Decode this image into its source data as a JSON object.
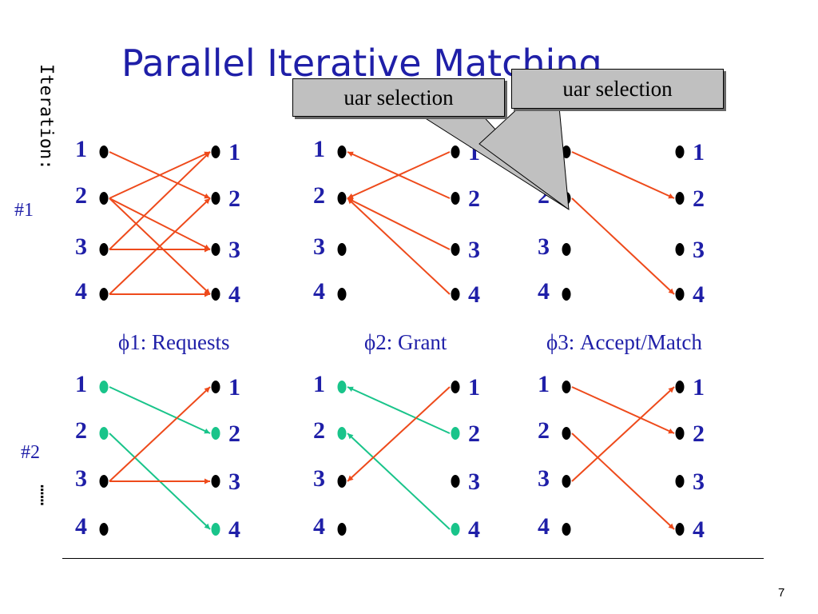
{
  "slide": {
    "title": "Parallel Iterative Matching",
    "side_label": "Iteration:",
    "ellipsis": "……",
    "iteration_labels": [
      "#1",
      "#2"
    ],
    "phase_labels": [
      "ϕ1: Requests",
      "ϕ2: Grant",
      "ϕ3: Accept/Match"
    ],
    "callout_left": "uar selection",
    "callout_right": "uar selection",
    "page_number": "7"
  },
  "nodes": {
    "labels": [
      "1",
      "2",
      "3",
      "4"
    ],
    "colors": {
      "default": "#000000",
      "matched": "#19c48a"
    }
  },
  "colors": {
    "active_edge": "#ee4a1b",
    "matched_edge": "#19c48a",
    "label_blue": "#1f1fa8"
  },
  "graphs": [
    {
      "iteration": 1,
      "phase": 1,
      "edges": [
        [
          1,
          2,
          "active"
        ],
        [
          2,
          1,
          "active"
        ],
        [
          2,
          3,
          "active"
        ],
        [
          2,
          4,
          "active"
        ],
        [
          3,
          1,
          "active"
        ],
        [
          3,
          3,
          "active"
        ],
        [
          4,
          2,
          "active"
        ],
        [
          4,
          4,
          "active"
        ]
      ],
      "arrow_end": "output",
      "matched_inputs": [],
      "matched_outputs": []
    },
    {
      "iteration": 1,
      "phase": 2,
      "edges": [
        [
          1,
          2,
          "active"
        ],
        [
          2,
          1,
          "active"
        ],
        [
          2,
          3,
          "active"
        ],
        [
          2,
          4,
          "active"
        ]
      ],
      "arrow_end": "input",
      "matched_inputs": [],
      "matched_outputs": []
    },
    {
      "iteration": 1,
      "phase": 3,
      "edges": [
        [
          1,
          2,
          "active"
        ],
        [
          2,
          4,
          "active"
        ]
      ],
      "arrow_end": "output",
      "matched_inputs": [],
      "matched_outputs": []
    },
    {
      "iteration": 2,
      "phase": 1,
      "edges": [
        [
          1,
          2,
          "matched"
        ],
        [
          2,
          4,
          "matched"
        ],
        [
          3,
          1,
          "active"
        ],
        [
          3,
          3,
          "active"
        ]
      ],
      "arrow_end": "output",
      "matched_inputs": [
        1,
        2
      ],
      "matched_outputs": [
        2,
        4
      ]
    },
    {
      "iteration": 2,
      "phase": 2,
      "edges": [
        [
          1,
          2,
          "matched"
        ],
        [
          2,
          4,
          "matched"
        ],
        [
          3,
          1,
          "active"
        ]
      ],
      "arrow_end": "input",
      "matched_inputs": [
        1,
        2
      ],
      "matched_outputs": [
        2,
        4
      ]
    },
    {
      "iteration": 2,
      "phase": 3,
      "edges": [
        [
          1,
          2,
          "active"
        ],
        [
          2,
          4,
          "active"
        ],
        [
          3,
          1,
          "active"
        ]
      ],
      "arrow_end": "output",
      "matched_inputs": [],
      "matched_outputs": []
    }
  ]
}
